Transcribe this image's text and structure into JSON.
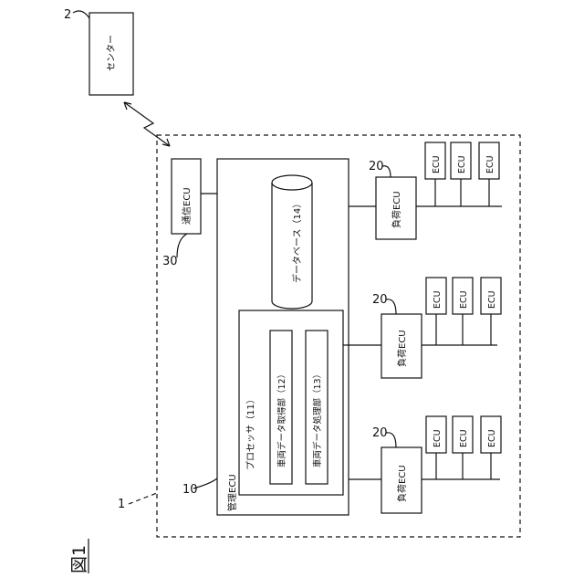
{
  "figure_label": "図1",
  "center": {
    "label": "センター",
    "ref": "2"
  },
  "system": {
    "ref": "1"
  },
  "comm_ecu": {
    "label": "通信ECU",
    "ref": "30"
  },
  "mgmt_ecu": {
    "label": "管理ECU",
    "ref": "10",
    "database": "データベース（14）",
    "processor": {
      "label": "プロセッサ（11）",
      "units": [
        "車両データ取得部（12）",
        "車両データ処理部（13）"
      ]
    }
  },
  "load_ecus": [
    {
      "label": "負荷ECU",
      "ref": "20",
      "children": [
        "ECU",
        "ECU",
        "ECU"
      ]
    },
    {
      "label": "負荷ECU",
      "ref": "20",
      "children": [
        "ECU",
        "ECU",
        "ECU"
      ]
    },
    {
      "label": "負荷ECU",
      "ref": "20",
      "children": [
        "ECU",
        "ECU",
        "ECU"
      ]
    }
  ]
}
